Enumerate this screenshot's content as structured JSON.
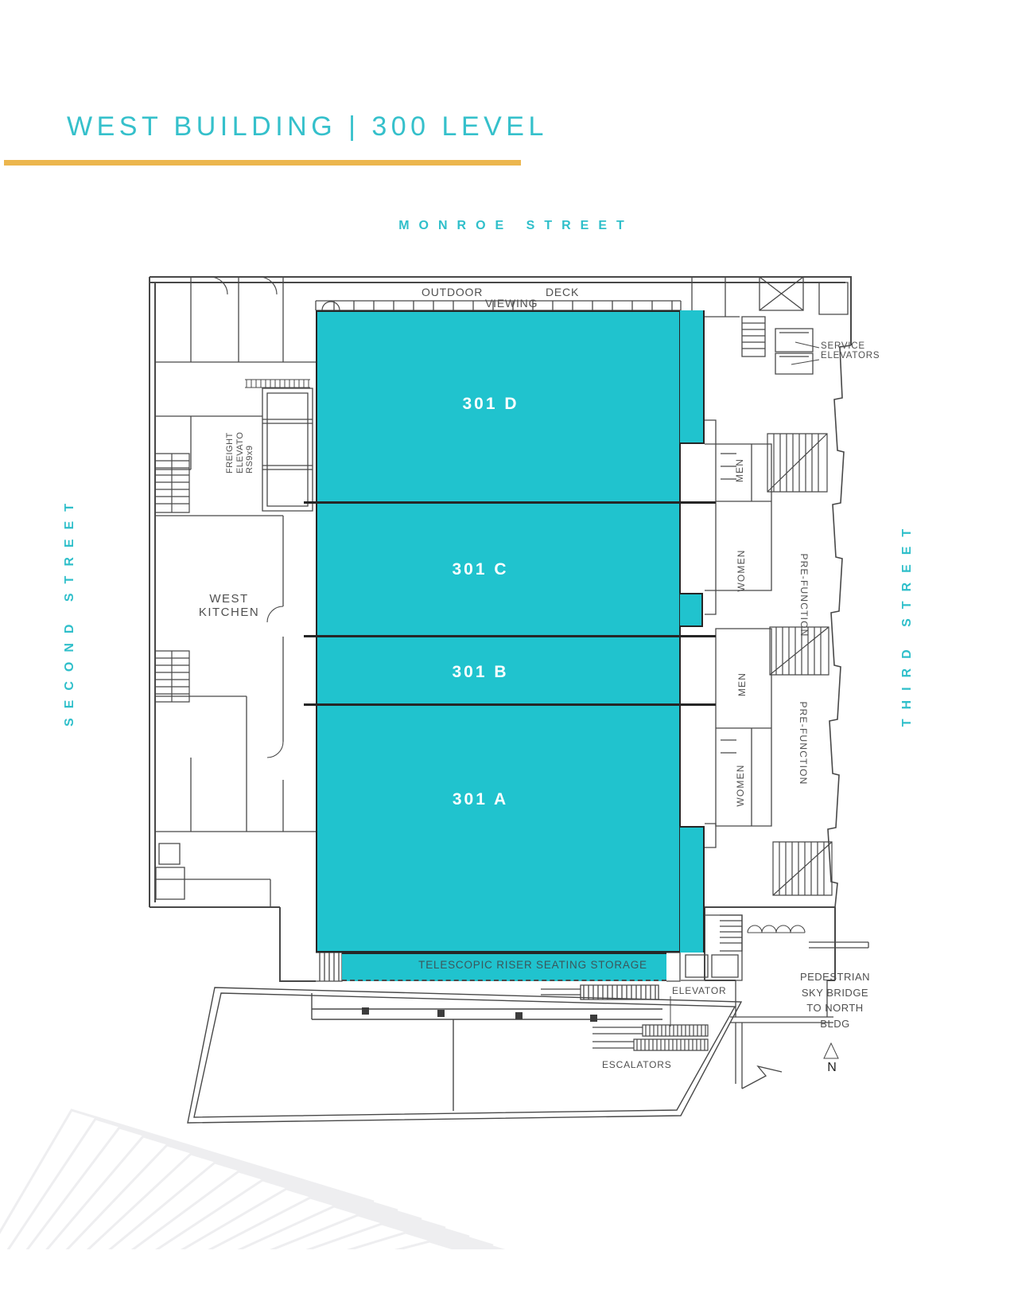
{
  "title": "WEST BUILDING | 300 LEVEL",
  "streets": {
    "top": "MONROE STREET",
    "left": "SECOND STREET",
    "right": "THIRD STREET"
  },
  "halls": {
    "d": {
      "label": "301 D"
    },
    "c": {
      "label": "301 C"
    },
    "b": {
      "label": "301 B"
    },
    "a": {
      "label": "301 A"
    }
  },
  "labels": {
    "outdoor": "OUTDOOR",
    "viewing": "VIEWING",
    "deck": "DECK",
    "service_line1": "SERVICE",
    "service_line2": "ELEVATORS",
    "freight_line1": "FREIGHT",
    "freight_line2": "ELEVATO",
    "freight_line3": "RS9x9",
    "kitchen_line1": "WEST",
    "kitchen_line2": "KITCHEN",
    "men": "MEN",
    "women": "WOMEN",
    "prefunction": "PRE-FUNCTION",
    "telescopic": "TELESCOPIC RISER SEATING STORAGE",
    "elevator": "ELEVATOR",
    "escalators": "ESCALATORS",
    "skybridge_line1": "PEDESTRIAN",
    "skybridge_line2": "SKY BRIDGE",
    "skybridge_line3": "TO NORTH",
    "skybridge_line4": "BLDG",
    "north": "N"
  },
  "colors": {
    "teal_fill": "#20c3ce",
    "teal_text": "#2fbfca",
    "gold_bar": "#ecb64e",
    "linework": "#484848",
    "plan_text": "#4f4f4f"
  }
}
